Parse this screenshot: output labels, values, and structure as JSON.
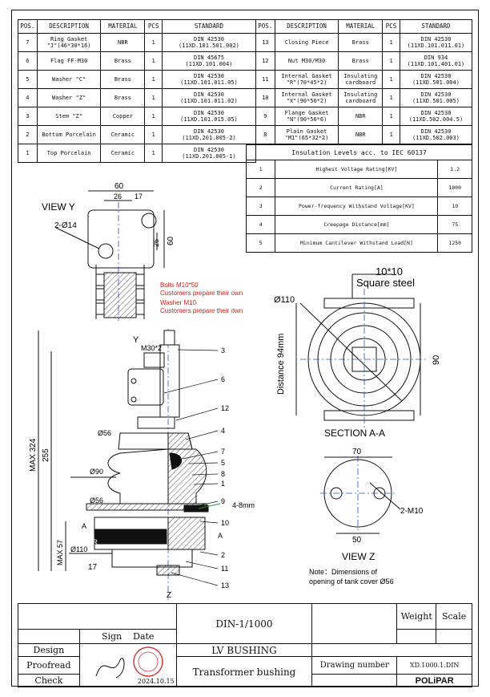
{
  "parts_table": {
    "headers": [
      "POS.",
      "DESCRIPTION",
      "MATERIAL",
      "PCS",
      "STANDARD",
      "POS.",
      "DESCRIPTION",
      "MATERIAL",
      "PCS",
      "STANDARD"
    ],
    "rows": [
      {
        "l": {
          "pos": "7",
          "desc": "Ring Gasket\n\"J\"(46*30*16)",
          "mat": "NBR",
          "pcs": "1",
          "std": "DIN 42530\n(11XD.101.501.002)"
        },
        "r": {
          "pos": "13",
          "desc": "Closing Piece",
          "mat": "Brass",
          "pcs": "1",
          "std": "DIN 42530\n(11XD.101.011.01)"
        }
      },
      {
        "l": {
          "pos": "6",
          "desc": "Flag FF-M30",
          "mat": "Brass",
          "pcs": "1",
          "std": "DIN 45675\n(11XD.101.004)"
        },
        "r": {
          "pos": "12",
          "desc": "Nut M30/M30",
          "mat": "Brass",
          "pcs": "1",
          "std": "DIN 934\n(11XD.101.401.01)"
        }
      },
      {
        "l": {
          "pos": "5",
          "desc": "Washer \"C\"",
          "mat": "Brass",
          "pcs": "1",
          "std": "DIN 42530\n(11XD.101.011.05)"
        },
        "r": {
          "pos": "11",
          "desc": "Internal Gasket\n\"R\"(70*45*2)",
          "mat": "Insulating\ncardboard",
          "pcs": "1",
          "std": "DIN 42530\n(11XD.501.004)"
        }
      },
      {
        "l": {
          "pos": "4",
          "desc": "Washer \"Z\"",
          "mat": "Brass",
          "pcs": "1",
          "std": "DIN 42530\n(11XD.101.011.02)"
        },
        "r": {
          "pos": "10",
          "desc": "Internal Gasket\n\"X\"(90*56*2)",
          "mat": "Insulating\ncardboard",
          "pcs": "1",
          "std": "DIN 42530\n(11XD.501.005)"
        }
      },
      {
        "l": {
          "pos": "3",
          "desc": "Stem \"Z\"",
          "mat": "Copper",
          "pcs": "1",
          "std": "DIN 42530\n(11XD.101.015.05)"
        },
        "r": {
          "pos": "9",
          "desc": "Flange Gasket\n\"N\"(90*56*6)",
          "mat": "NBR",
          "pcs": "1",
          "std": "DIN 42530\n(11XD.502.004.5)"
        }
      },
      {
        "l": {
          "pos": "2",
          "desc": "Bottom Porcelain",
          "mat": "Ceramic",
          "pcs": "1",
          "std": "DIN 42530\n(11XD.201.005-2)"
        },
        "r": {
          "pos": "8",
          "desc": "Plain Gasket\n\"M1\"(65*32*2)",
          "mat": "NBR",
          "pcs": "1",
          "std": "DIN 42530\n(11XD.502.003)"
        }
      },
      {
        "l": {
          "pos": "1",
          "desc": "Top Porcelain",
          "mat": "Ceramic",
          "pcs": "1",
          "std": "DIN 42530\n(11XD.201.005-1)"
        },
        "r": null
      }
    ]
  },
  "insulation": {
    "title": "Insulation Levels acc. to IEC 60137",
    "rows": [
      {
        "n": "1",
        "name": "Highest Voltage Rating[KV]",
        "val": "1.2"
      },
      {
        "n": "2",
        "name": "Current Rating[A]",
        "val": "1000"
      },
      {
        "n": "3",
        "name": "Power-frequency Withstand Voltage[KV]",
        "val": "10"
      },
      {
        "n": "4",
        "name": "Creepage Distance[mm]",
        "val": "75"
      },
      {
        "n": "5",
        "name": "Minimum Cantilever Withstand Load[N]",
        "val": "1250"
      }
    ]
  },
  "drawing": {
    "view_y": "VIEW Y",
    "dim_60_top": "60",
    "dim_26": "26",
    "dim_17": "17",
    "dim_26_v": "26",
    "dim_60_v": "60",
    "hole_label": "2-Ø14",
    "note_bolts": "Bolts M10*50",
    "note_bolts_2": "Customers prepare their own",
    "note_washer": "Washer M10",
    "note_washer_2": "Customers prepare their own",
    "square_steel_1": "10*10",
    "square_steel_2": "Square steel",
    "dia_110_a": "Ø110",
    "dist_94": "Distance 94mm",
    "dim_90_v": "90",
    "section_aa": "SECTION A-A",
    "dim_70": "70",
    "dim_50": "50",
    "label_2m10": "2-M10",
    "view_z": "VIEW Z",
    "note_z_1": "Note：Dimensions of",
    "note_z_2": "opening of tank cover Ø56",
    "y_label": "Y",
    "z_label": "Z",
    "m30": "M30*2",
    "max324": "MAX 324",
    "d255": "255",
    "max57": "MAX 57",
    "d17": "17",
    "dia56_a": "Ø56",
    "dia90": "Ø90",
    "dia56_b": "Ø56",
    "dia110_b": "Ø110",
    "a_left": "A",
    "a_right": "A",
    "gap_4_8": "4-8mm",
    "logo": "POLiPAR",
    "callouts": [
      "3",
      "6",
      "12",
      "4",
      "7",
      "5",
      "8",
      "1",
      "9",
      "10",
      "2",
      "11",
      "13"
    ]
  },
  "title_block": {
    "weight": "Weight",
    "scale": "Scale",
    "sign": "Sign",
    "date": "Date",
    "design": "Design",
    "proofread": "Proofread",
    "check": "Check",
    "date_value": "2024.10.15",
    "code": "DIN-1/1000",
    "name1": "LV  BUSHING",
    "name2": "Transformer bushing",
    "drawing_number_label": "Drawing number",
    "drawing_number": "XD.1000.1.DIN",
    "brand": "POLiPAR"
  },
  "colors": {
    "note_red": "#d0201a",
    "leader_green": "#1a9a2a",
    "stamp_red": "#d23a3a",
    "centerline": "#2b4fd6"
  }
}
